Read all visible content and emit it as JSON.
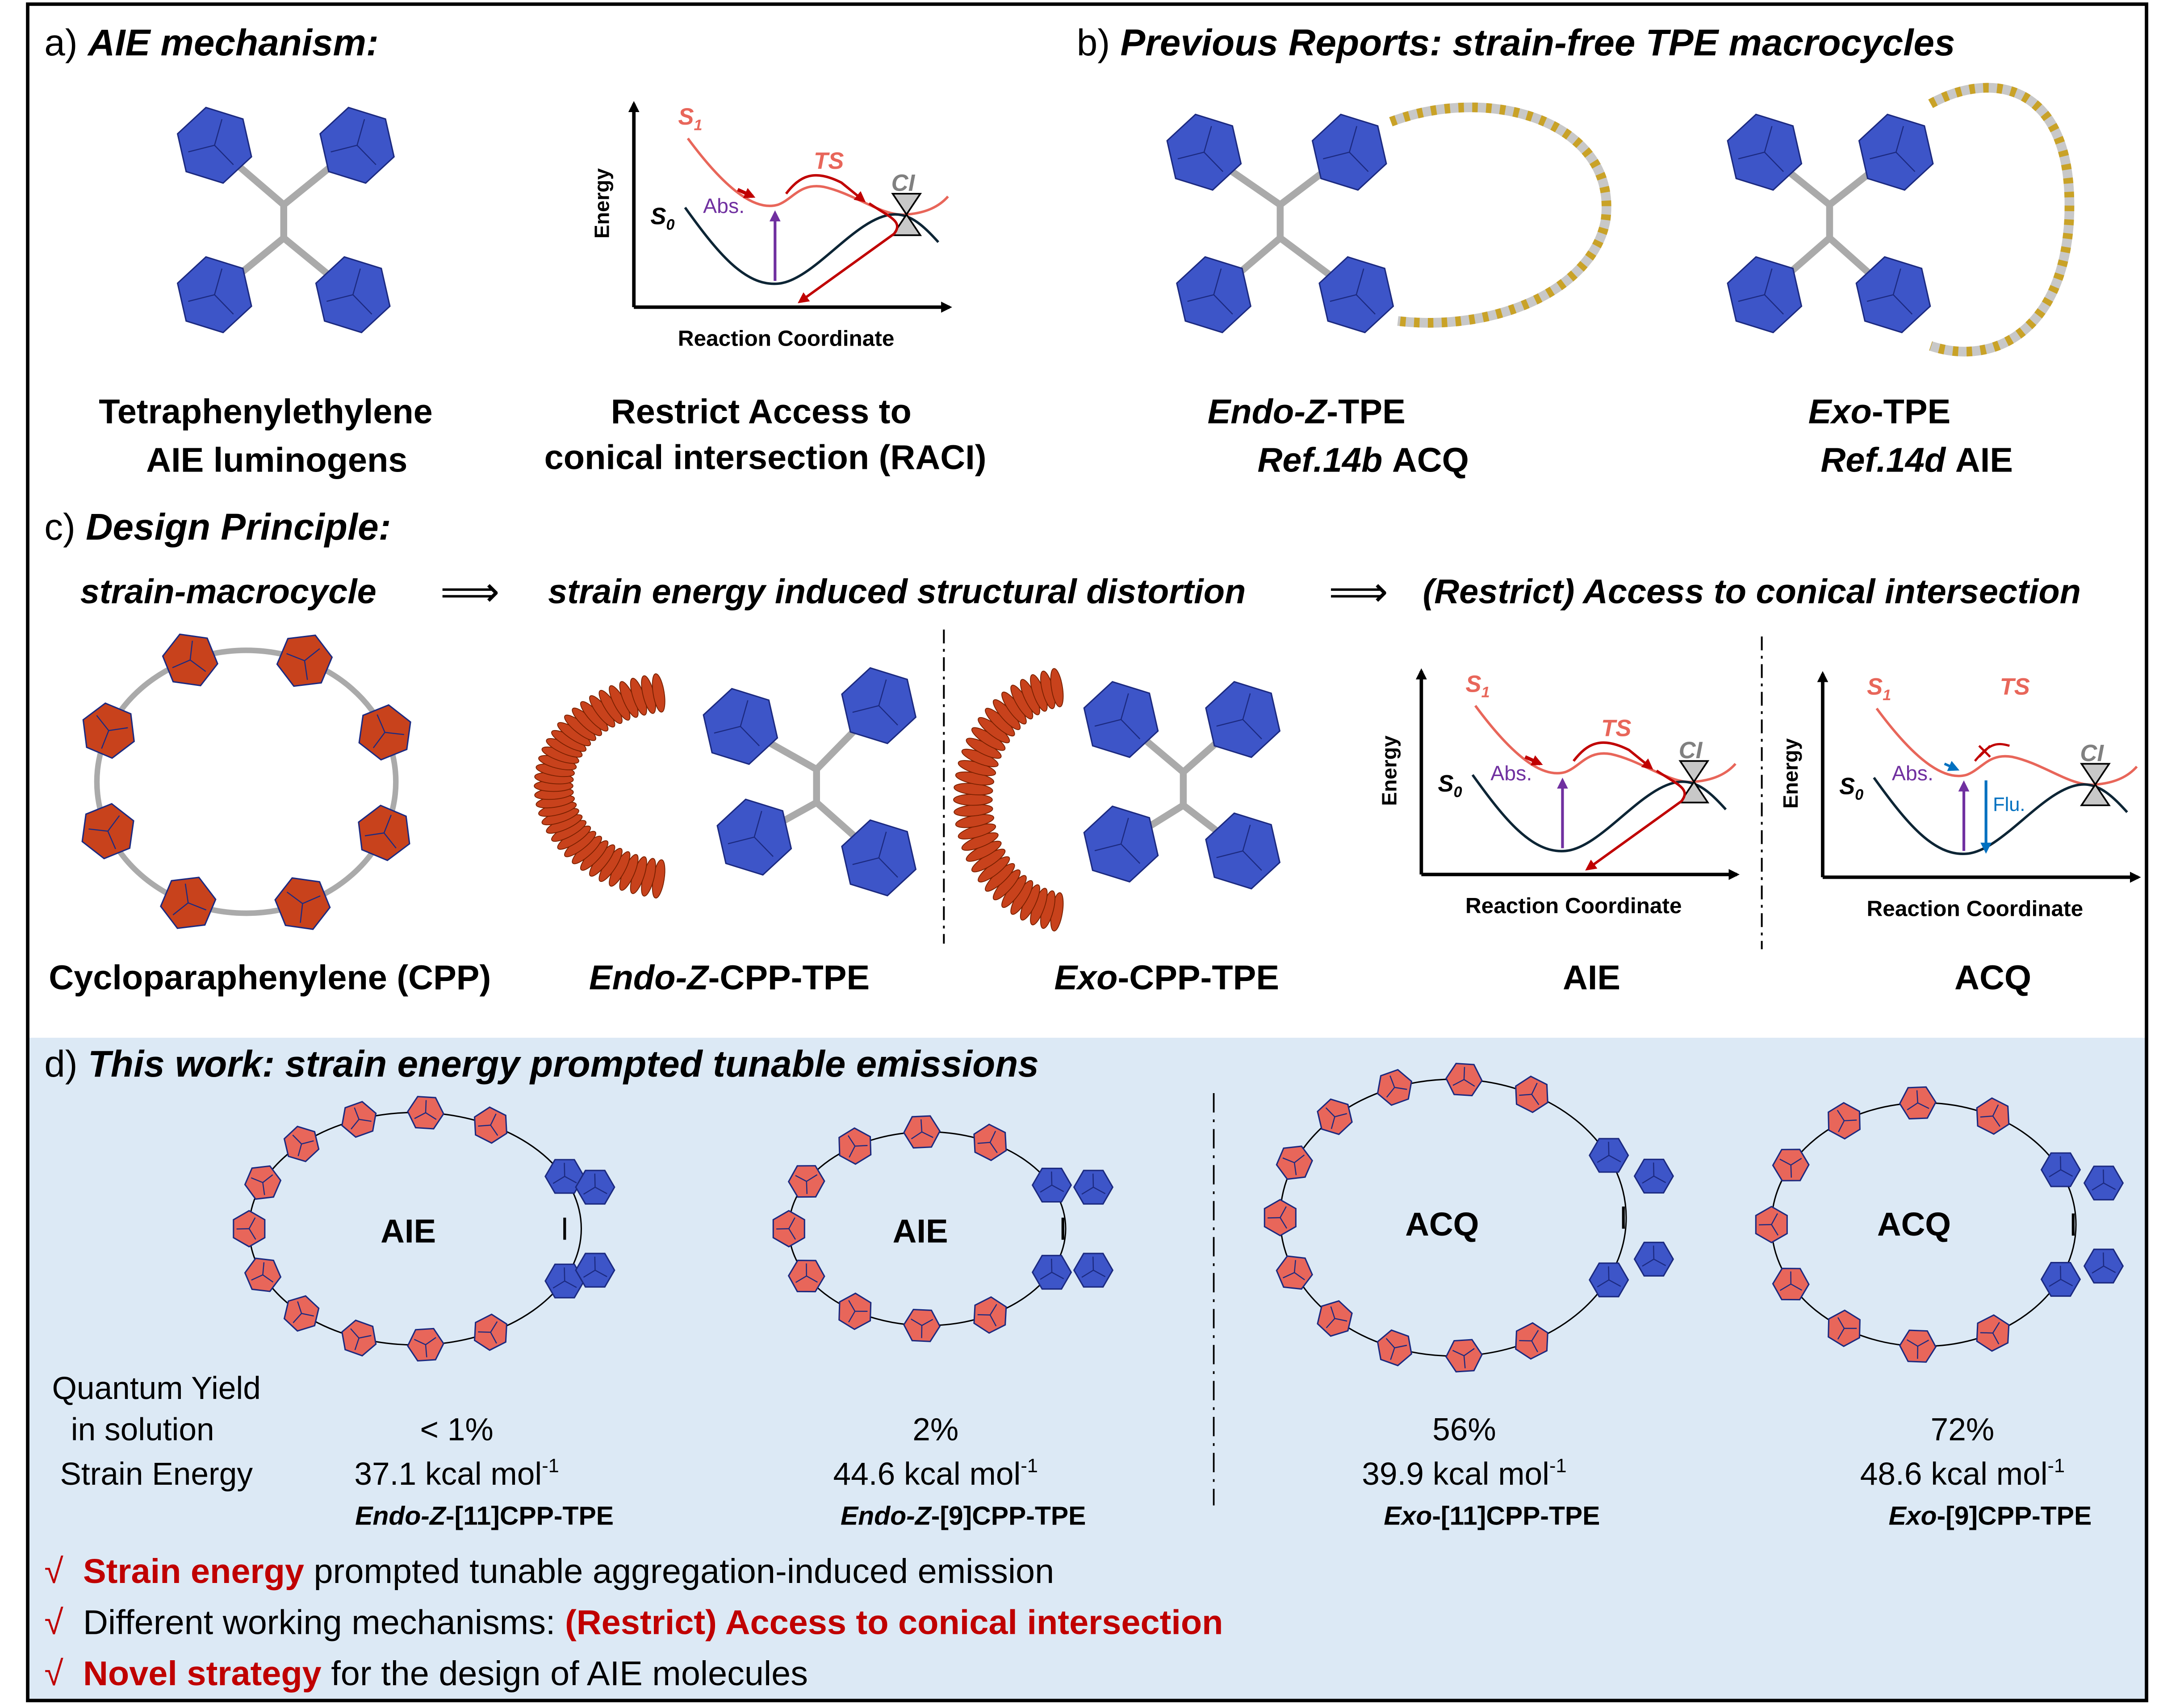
{
  "panel_a": {
    "label": "a)",
    "title": "AIE mechanism:",
    "molecule_caption": [
      "Tetraphenylethylene",
      "AIE luminogens"
    ],
    "diagram_caption": [
      "Restrict Access to",
      "conical intersection (RACI)"
    ]
  },
  "energy_diagram": {
    "s1": "S",
    "s1_sub": "1",
    "s0": "S",
    "s0_sub": "0",
    "ts": "TS",
    "ci": "CI",
    "abs": "Abs.",
    "flu": "Flu.",
    "ylabel": "Energy",
    "xlabel": "Reaction Coordinate"
  },
  "panel_b": {
    "label": "b)",
    "title": "Previous Reports: strain-free TPE macrocycles",
    "items": [
      {
        "name_italic": "Endo-Z",
        "name_rest": "-TPE",
        "ref": "Ref.14b",
        "type": "ACQ"
      },
      {
        "name_italic": "Exo",
        "name_rest": "-TPE",
        "ref": "Ref.14d",
        "type": "AIE"
      }
    ]
  },
  "panel_c": {
    "label": "c)",
    "title": "Design Principle:",
    "steps": [
      "strain-macrocycle",
      "strain energy induced structural distortion",
      "(Restrict) Access to conical intersection"
    ],
    "arrow": "⟹",
    "captions": {
      "cpp": "Cycloparaphenylene (CPP)",
      "endo": {
        "italic": "Endo-Z",
        "rest": "-CPP-TPE"
      },
      "exo": {
        "italic": "Exo",
        "rest": "-CPP-TPE"
      },
      "aie": "AIE",
      "acq": "ACQ"
    }
  },
  "panel_d": {
    "label": "d)",
    "title": "This work: strain energy prompted tunable emissions",
    "row_labels": {
      "qy1": "Quantum Yield",
      "qy2": "in solution",
      "strain": "Strain Energy"
    },
    "compounds": [
      {
        "type": "AIE",
        "qy": "< 1%",
        "strain": "37.1 kcal mol",
        "sup": "-1",
        "name_italic": "Endo-Z",
        "name_rest": "-[11]CPP-TPE"
      },
      {
        "type": "AIE",
        "qy": "2%",
        "strain": "44.6 kcal mol",
        "sup": "-1",
        "name_italic": "Endo-Z",
        "name_rest": "-[9]CPP-TPE"
      },
      {
        "type": "ACQ",
        "qy": "56%",
        "strain": "39.9 kcal mol",
        "sup": "-1",
        "name_italic": "Exo",
        "name_rest": "-[11]CPP-TPE"
      },
      {
        "type": "ACQ",
        "qy": "72%",
        "strain": "48.6 kcal mol",
        "sup": "-1",
        "name_italic": "Exo",
        "name_rest": "-[9]CPP-TPE"
      }
    ],
    "bullets": [
      {
        "check": "√",
        "pre": "",
        "highlight": "Strain energy",
        "post": " prompted tunable aggregation-induced emission"
      },
      {
        "check": "√",
        "pre": "Different working mechanisms: ",
        "highlight": "(Restrict) Access to conical intersection",
        "post": ""
      },
      {
        "check": "√",
        "pre": "",
        "highlight": "Novel strategy",
        "post": " for the design of AIE molecules"
      }
    ]
  },
  "colors": {
    "blue_ring": "#3a4fd0",
    "red_ring": "#c8421c",
    "cpp_red": "#e8665a",
    "tpe_blue": "#3d55c8",
    "s1": "#e8665a",
    "path_red": "#c00000",
    "abs": "#7030a0",
    "flu": "#0070c0",
    "highlight": "#c00000",
    "panel_d_bg": "#dce9f5"
  }
}
